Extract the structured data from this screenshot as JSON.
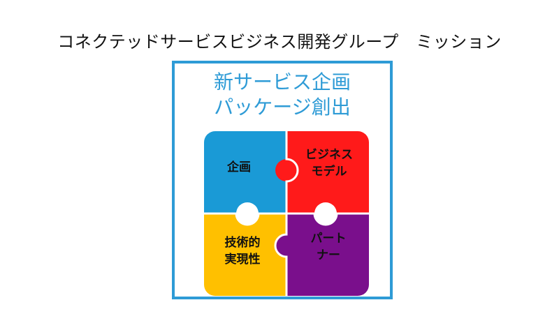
{
  "slide": {
    "title": "コネクテッドサービスビジネス開発グループ　ミッション"
  },
  "mission": {
    "heading_line1": "新サービス企画",
    "heading_line2": "パッケージ創出"
  },
  "pieces": {
    "top_left": {
      "label": "企画",
      "color": "#1a9ad6"
    },
    "top_right": {
      "label": "ビジネス\nモデル",
      "color": "#ff1a1a"
    },
    "bottom_left": {
      "label": "技術的\n実現性",
      "color": "#ffc000"
    },
    "bottom_right": {
      "label": "パート\nナー",
      "color": "#7a0f8c"
    }
  },
  "colors": {
    "frame_border": "#2e9bd6",
    "heading_text": "#2e9bd6"
  }
}
